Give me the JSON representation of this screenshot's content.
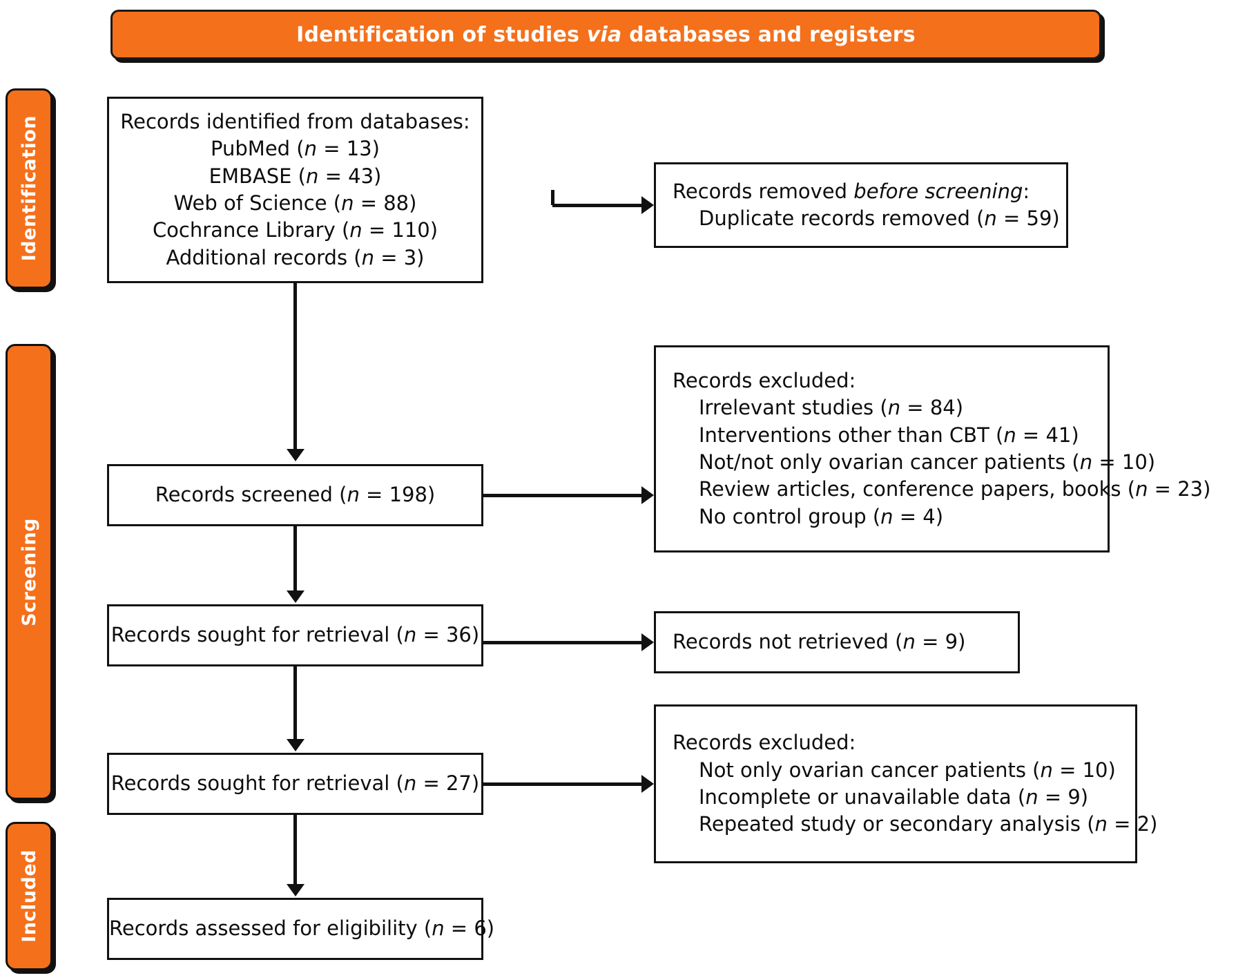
{
  "header": {
    "title_pre": "Identification of studies ",
    "title_italic": "via",
    "title_post": " databases and registers"
  },
  "sidebar": {
    "items": [
      {
        "label": "Identification"
      },
      {
        "label": "Screening"
      },
      {
        "label": "Included"
      }
    ]
  },
  "boxes": {
    "identified": {
      "lines": [
        "Records identified from databases:",
        "PubMed (n = 13)",
        "EMBASE (n = 43)",
        "Web of Science (n = 88)",
        "Cochrance Library (n = 110)",
        "Additional records (n = 3)"
      ]
    },
    "removed_before_screening": {
      "head_pre": "Records removed ",
      "head_italic": "before screening",
      "head_post": ":",
      "lines": [
        "Duplicate records removed (n = 59)"
      ]
    },
    "screened": {
      "lines": [
        "Records screened (n = 198)"
      ]
    },
    "excluded_screening": {
      "head": "Records excluded:",
      "lines": [
        "Irrelevant studies (n = 84)",
        "Interventions other than CBT (n = 41)",
        "Not/not only ovarian cancer patients (n = 10)",
        "Review articles, conference papers, books (n = 23)",
        "No control group (n = 4)"
      ]
    },
    "sought_retrieval_36": {
      "lines": [
        "Records sought for retrieval (n = 36)"
      ]
    },
    "not_retrieved": {
      "lines": [
        "Records not retrieved (n = 9)"
      ]
    },
    "sought_retrieval_27": {
      "lines": [
        "Records sought for retrieval (n = 27)"
      ]
    },
    "excluded_fulltext": {
      "head": "Records excluded:",
      "lines": [
        "Not only ovarian cancer patients (n = 10)",
        "Incomplete or unavailable data (n = 9)",
        "Repeated study or secondary analysis (n = 2)"
      ]
    },
    "assessed": {
      "lines": [
        "Records assessed for eligibility (n = 6)"
      ]
    }
  },
  "colors": {
    "accent_orange": "#f4701b",
    "outline_black": "#111111",
    "box_fill": "#ffffff"
  }
}
